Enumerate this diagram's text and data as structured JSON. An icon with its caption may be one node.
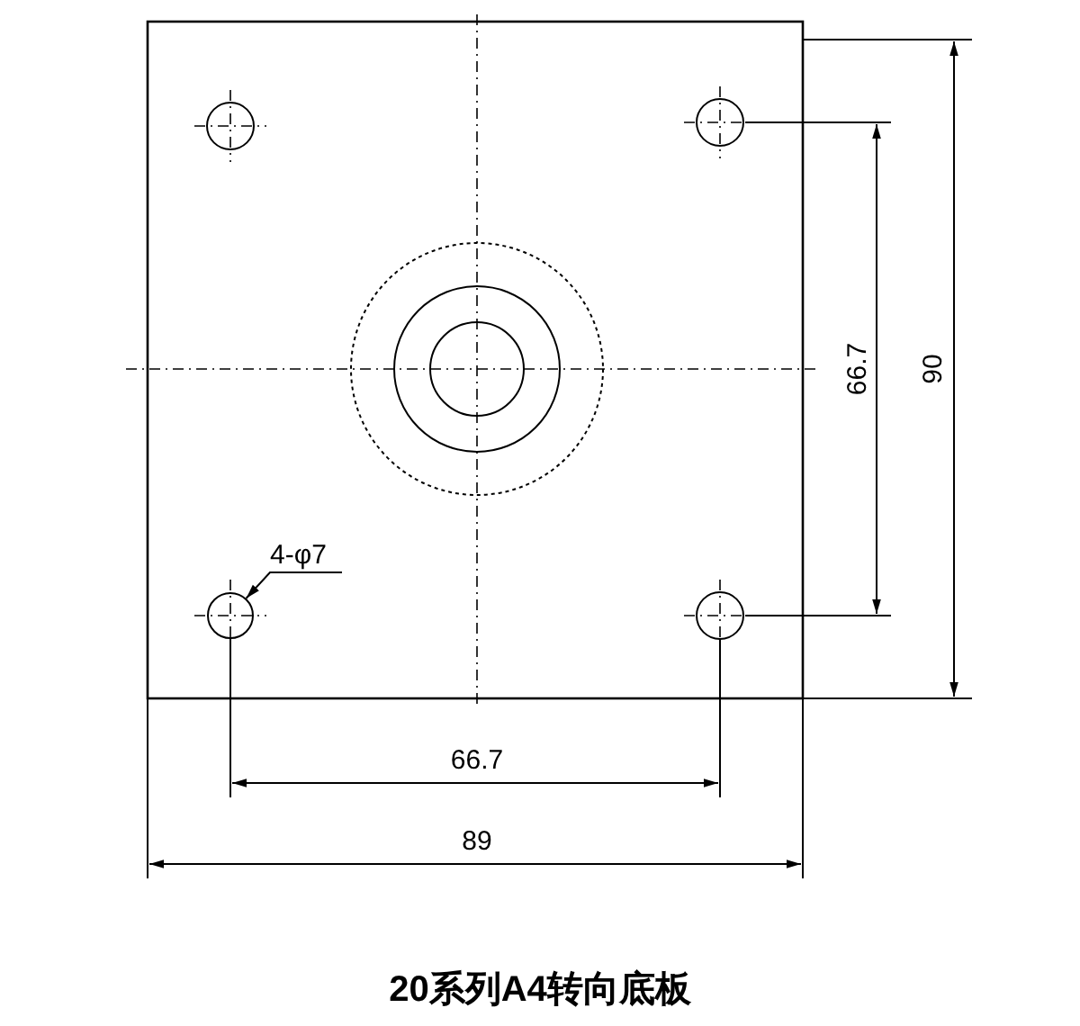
{
  "diagram": {
    "title": "20系列A4转向底板",
    "nodes": [
      {
        "text": [
          "4-φ7"
        ]
      },
      {
        "text": [],
        "shape": "circle"
      }
    ],
    "edges": [
      {
        "from": 0,
        "to": 1,
        "arrow": "to"
      }
    ],
    "labels": [
      "66.7",
      "90",
      "66.7",
      "89"
    ]
  }
}
